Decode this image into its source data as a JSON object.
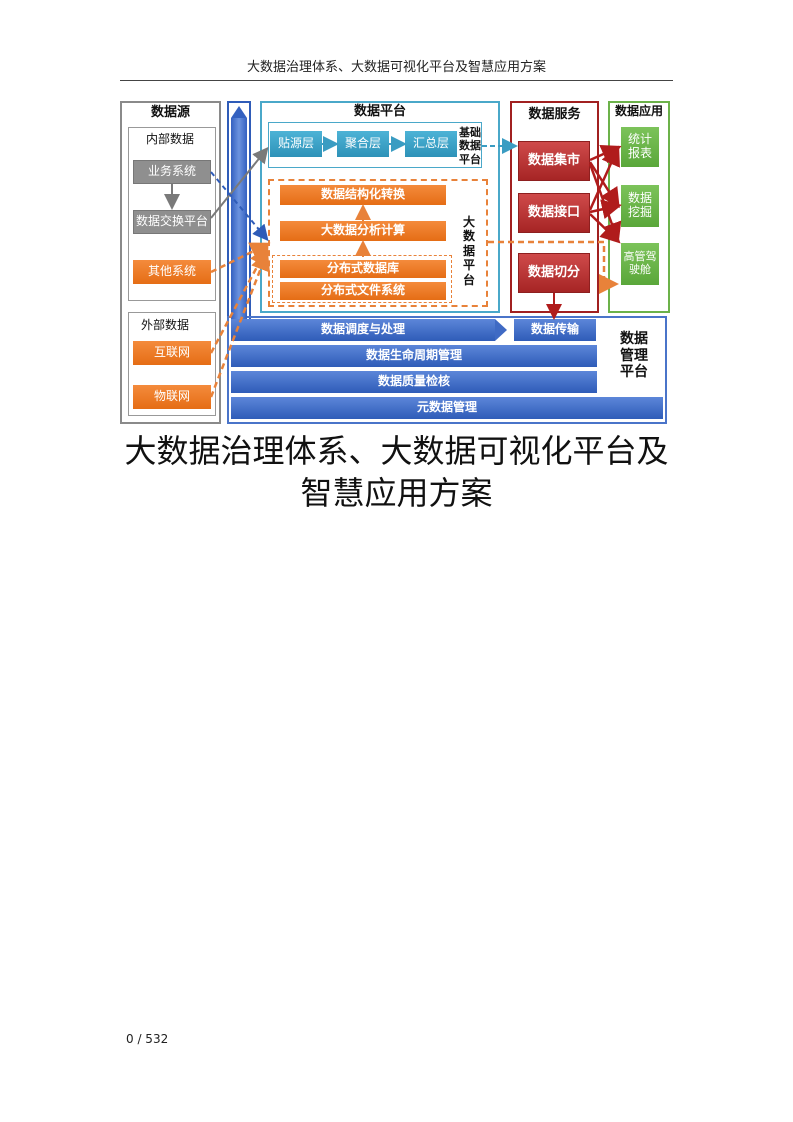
{
  "header": {
    "text": "大数据治理体系、大数据可视化平台及智慧应用方案"
  },
  "diagram": {
    "source": {
      "title": "数据源",
      "internal": {
        "title": "内部数据",
        "items": [
          "业务系统",
          "数据交换平台",
          "其他系统"
        ]
      },
      "external": {
        "title": "外部数据",
        "items": [
          "互联网",
          "物联网"
        ]
      }
    },
    "platform": {
      "title": "数据平台",
      "basic": {
        "label": "基础数据平台",
        "layers": [
          "贴源层",
          "聚合层",
          "汇总层"
        ]
      },
      "bigdata": {
        "label": "大数据平台",
        "items": [
          "数据结构化转换",
          "大数据分析计算",
          "分布式数据库",
          "分布式文件系统"
        ]
      }
    },
    "service": {
      "title": "数据服务",
      "items": [
        "数据集市",
        "数据接口",
        "数据切分"
      ]
    },
    "application": {
      "title": "数据应用",
      "items": [
        "统计报表",
        "数据挖掘",
        "高管驾驶舱"
      ]
    },
    "management": {
      "label": "数据管理平台",
      "bars": [
        "数据调度与处理",
        "数据传输",
        "数据生命周期管理",
        "数据质量检核",
        "元数据管理"
      ]
    }
  },
  "title": "大数据治理体系、大数据可视化平台及智慧应用方案",
  "footer": {
    "page": "0 / 532"
  }
}
